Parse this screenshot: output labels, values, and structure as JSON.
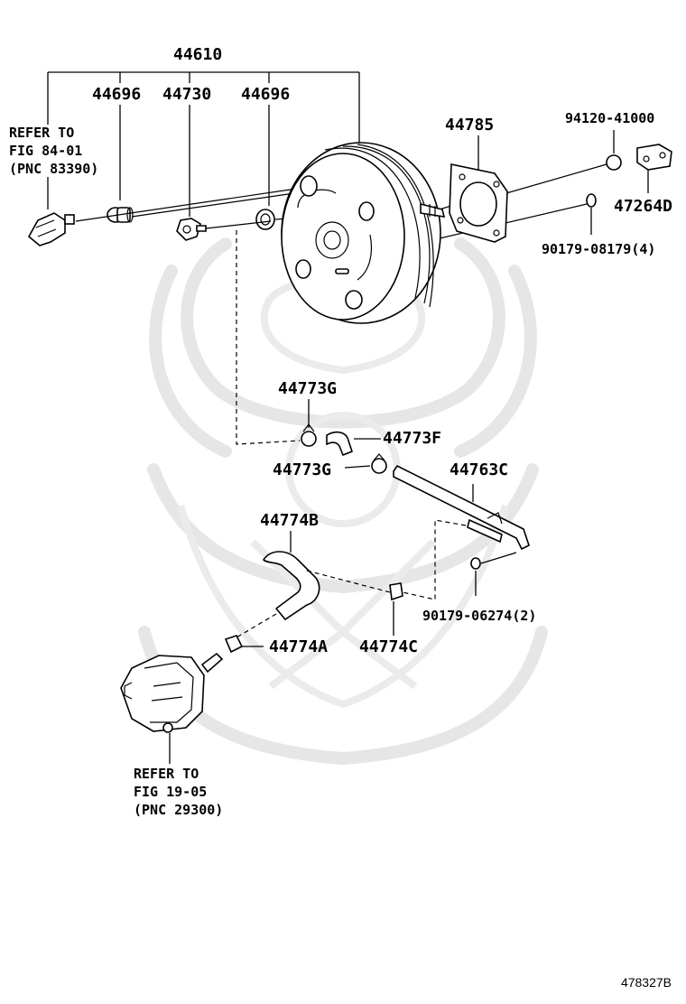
{
  "labels": {
    "assembly": "44610",
    "check_valve_grommet_left": "44696",
    "check_valve": "44730",
    "check_valve_grommet_right": "44696",
    "gasket": "44785",
    "nut_top": "94120-41000",
    "bracket": "47264D",
    "nut_four": "90179-08179(4)",
    "clip_upper": "44773G",
    "hose_upper": "44773F",
    "clip_lower": "44773G",
    "tube": "44763C",
    "hose_lower": "44774B",
    "nut_two": "90179-06274(2)",
    "clamp_a": "44774A",
    "clamp_c": "44774C"
  },
  "refer_top": {
    "line1": "REFER TO",
    "line2": "FIG 84-01",
    "line3": "(PNC 83390)"
  },
  "refer_bottom": {
    "line1": "REFER TO",
    "line2": "FIG 19-05",
    "line3": "(PNC 29300)"
  },
  "figure_code": "478327B"
}
